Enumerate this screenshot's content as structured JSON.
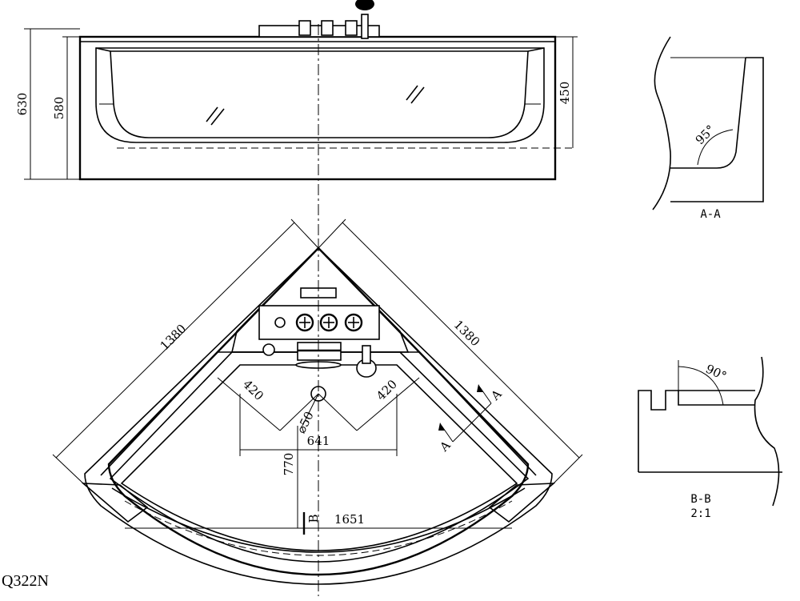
{
  "front_view": {
    "dim_total_height": "630",
    "dim_inner_height": "580",
    "dim_water_depth": "450"
  },
  "section_a": {
    "angle": "95°",
    "label": "A-A"
  },
  "section_b": {
    "angle": "90°",
    "label": "B-B",
    "scale": "2:1"
  },
  "top_view": {
    "dim_left_side": "1380",
    "dim_right_side": "1380",
    "dim_left_offset": "420",
    "dim_right_offset": "420",
    "dim_drain": "⌀50",
    "dim_drain_width": "641",
    "dim_depth": "770",
    "dim_front_width": "1651",
    "marker_a_upper": "A",
    "marker_a_lower": "A",
    "marker_b": "B"
  },
  "model_code": "Q322N"
}
